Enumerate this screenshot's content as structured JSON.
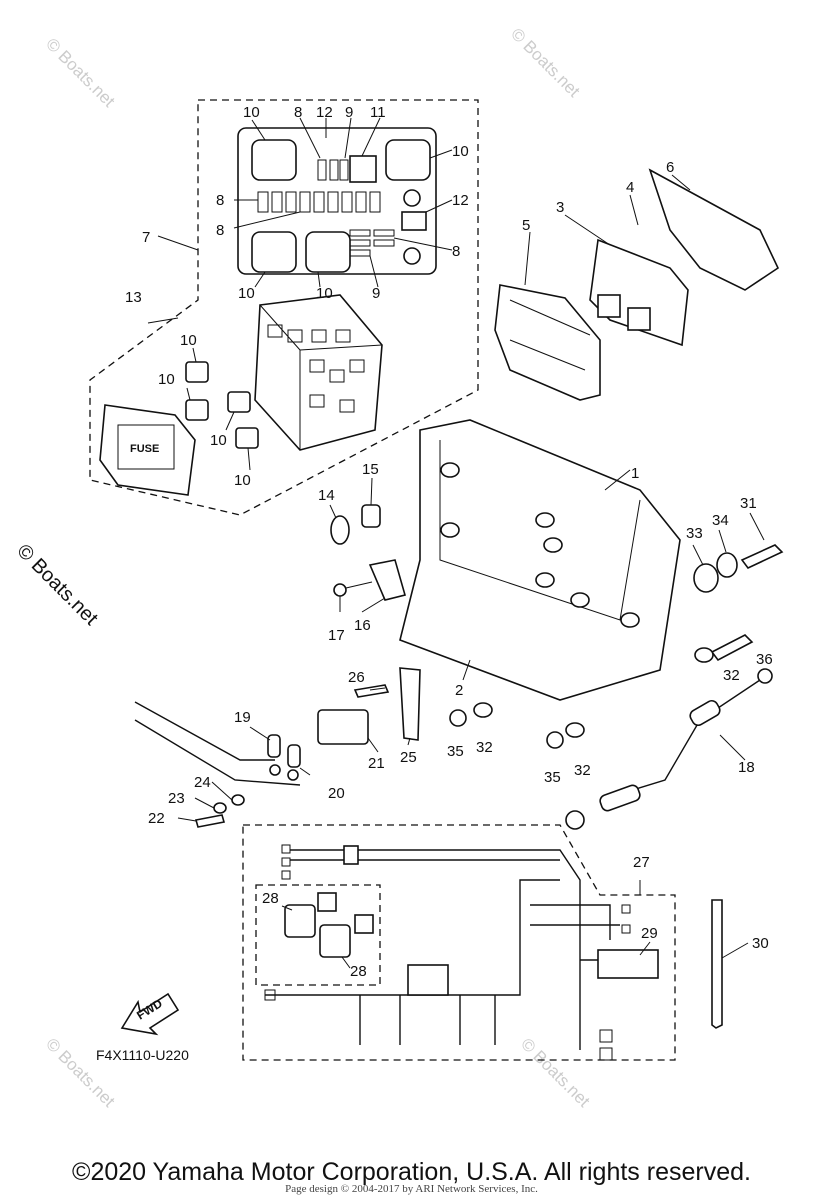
{
  "diagram": {
    "part_code": "F4X1110-U220",
    "fwd_label": "FWD",
    "fuse_label": "FUSE",
    "callouts": [
      "1",
      "2",
      "3",
      "4",
      "5",
      "6",
      "7",
      "8",
      "9",
      "10",
      "11",
      "12",
      "13",
      "14",
      "15",
      "16",
      "17",
      "18",
      "19",
      "20",
      "21",
      "22",
      "23",
      "24",
      "25",
      "26",
      "27",
      "28",
      "29",
      "30",
      "31",
      "32",
      "33",
      "34",
      "35",
      "36"
    ]
  },
  "watermark": {
    "small": "© Boats.net",
    "side": "© Boats.net"
  },
  "footer": {
    "copyright": "©2020 Yamaha Motor Corporation, U.S.A. All rights reserved.",
    "credit": "Page design © 2004-2017 by ARI Network Services, Inc."
  }
}
